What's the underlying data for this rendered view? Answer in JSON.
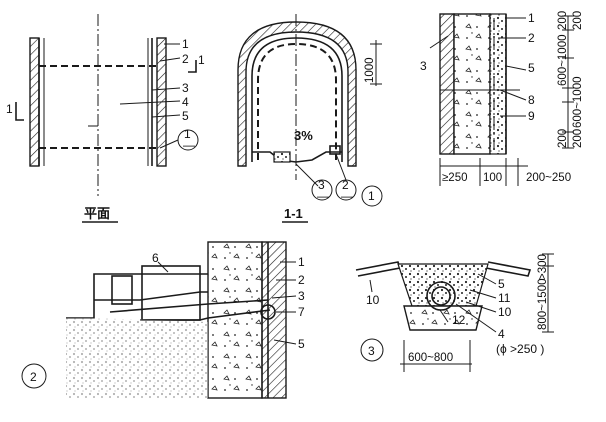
{
  "plan_view": {
    "title": "平面",
    "section_mark": "1",
    "labels": [
      "1",
      "2",
      "3",
      "4",
      "5"
    ],
    "detail_ref": {
      "top": "1",
      "bottom": "—"
    }
  },
  "section_view": {
    "title": "1-1",
    "dim_1000": "1000",
    "slope": "3%",
    "ref_3": {
      "top": "3",
      "bottom": "—"
    },
    "ref_2": {
      "top": "2",
      "bottom": "—"
    },
    "ref_1": "1"
  },
  "detail_1": {
    "labels": [
      "1",
      "2",
      "3",
      "5",
      "8",
      "9"
    ],
    "dims_vertical": [
      "200",
      "600~1000",
      "200",
      "200",
      "600~1000",
      "200"
    ],
    "dims_horizontal": [
      "≥250",
      "100",
      "200~250"
    ]
  },
  "detail_2": {
    "ref": "2",
    "labels": [
      "6",
      "1",
      "2",
      "3",
      "7",
      "5"
    ]
  },
  "detail_3": {
    "ref": "3",
    "labels": [
      "5",
      "11",
      "10",
      "10",
      "12",
      "4"
    ],
    "pipe_note": "(ϕ >250 )",
    "dims_vertical": [
      ">300",
      "800~1500"
    ],
    "dim_bottom": "600~800"
  }
}
